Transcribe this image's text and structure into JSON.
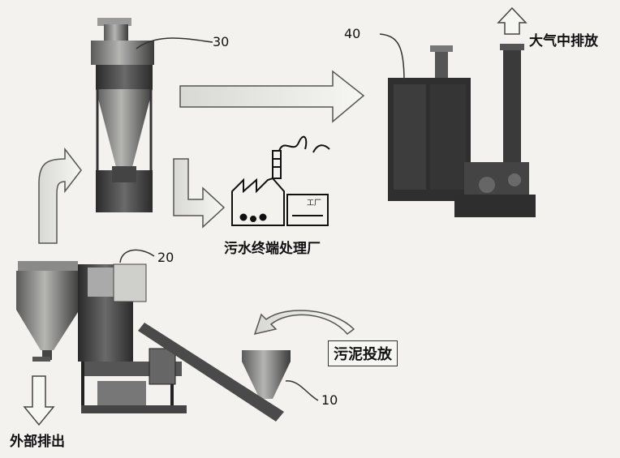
{
  "labels": {
    "dryer_number": "30",
    "deodorizer_number": "40",
    "mixer_number": "20",
    "hopper_number": "10",
    "atmosphere": "大气中排放",
    "wastewater_plant": "污水终端处理厂",
    "sludge_input": "污泥投放",
    "external_discharge": "外部排出",
    "plant_sign": "工厂"
  },
  "colors": {
    "equipment_dark": "#3a3a3a",
    "equipment_mid": "#7a7a7a",
    "arrow_stroke": "#555555",
    "arrow_fill": "#e4e4e0"
  }
}
